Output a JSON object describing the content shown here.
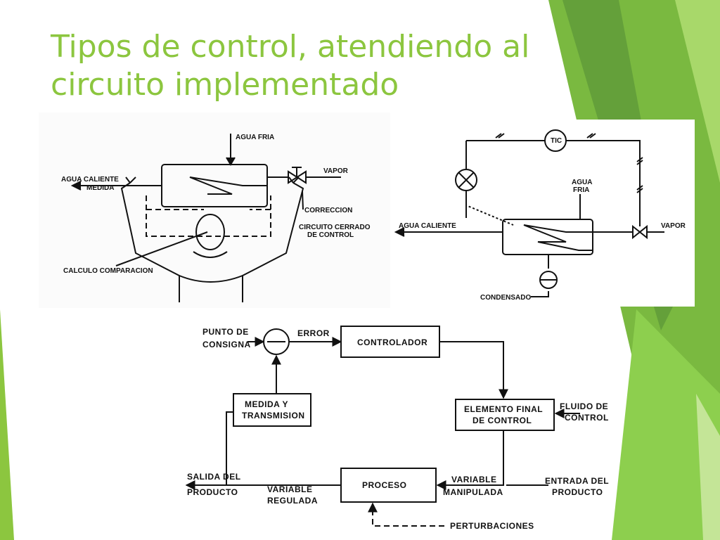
{
  "slide": {
    "title_line1": "Tipos de control, atendiendo al",
    "title_line2": "circuito implementado",
    "accent": "#8cc63f"
  },
  "manual": {
    "agua_fria": "AGUA FRIA",
    "agua_caliente": "AGUA CALIENTE",
    "medida": "MEDIDA",
    "vapor": "VAPOR",
    "correccion": "CORRECCION",
    "circuito_1": "CIRCUITO CERRADO",
    "circuito_2": "DE CONTROL",
    "calculo": "CALCULO COMPARACION"
  },
  "auto": {
    "tic": "TIC",
    "agua_fria_1": "AGUA",
    "agua_fria_2": "FRIA",
    "agua_caliente": "AGUA CALIENTE",
    "vapor": "VAPOR",
    "condensado": "CONDENSADO"
  },
  "block": {
    "punto_1": "PUNTO DE",
    "punto_2": "CONSIGNA",
    "error": "ERROR",
    "controlador": "CONTROLADOR",
    "elemento_1": "ELEMENTO FINAL",
    "elemento_2": "DE CONTROL",
    "fluido_1": "FLUIDO DE",
    "fluido_2": "CONTROL",
    "medida_1": "MEDIDA   Y",
    "medida_2": "TRANSMISION",
    "proceso": "PROCESO",
    "variable_m1": "VARIABLE",
    "variable_m2": "MANIPULADA",
    "entrada_1": "ENTRADA DEL",
    "entrada_2": "PRODUCTO",
    "salida_1": "SALIDA DEL",
    "salida_2": "PRODUCTO",
    "variable_r1": "VARIABLE",
    "variable_r2": "REGULADA",
    "perturbaciones": "PERTURBACIONES"
  }
}
